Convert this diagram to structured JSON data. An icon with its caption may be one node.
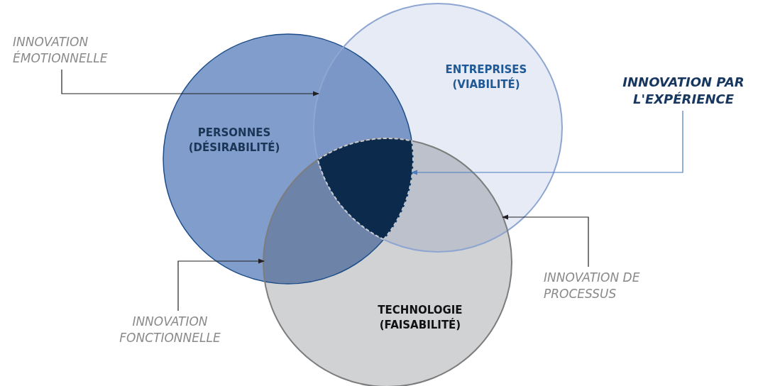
{
  "diagram": {
    "nodes": [
      {
        "text": [
          "PERSONNES (DÉSIRABILITÉ)"
        ]
      },
      {
        "text": [
          "ENTREPRISES (VIABILITÉ)"
        ]
      },
      {
        "text": [
          "TECHNOLOGIE (FAISABILITÉ)"
        ]
      },
      {
        "text": [
          "INNOVATION ÉMOTIONNELLE"
        ]
      },
      {
        "text": [
          "INNOVATION PAR L'EXPÉRIENCE"
        ]
      },
      {
        "text": [
          "INNOVATION DE PROCESSUS"
        ]
      },
      {
        "text": [
          "INNOVATION FONCTIONNELLE"
        ]
      },
      {
        "text": [],
        "shape": "triangle"
      },
      {
        "text": [],
        "shape": "lens"
      },
      {
        "text": [],
        "shape": "lens"
      },
      {
        "text": [],
        "shape": "lens"
      }
    ],
    "edges": [
      {
        "from": 3,
        "to": 8,
        "arrow": "to"
      },
      {
        "from": 4,
        "to": 7,
        "arrow": "to",
        "color": "#4a7cc0"
      },
      {
        "from": 5,
        "to": 9,
        "arrow": "to"
      },
      {
        "from": 6,
        "to": 10,
        "arrow": "to"
      }
    ]
  }
}
